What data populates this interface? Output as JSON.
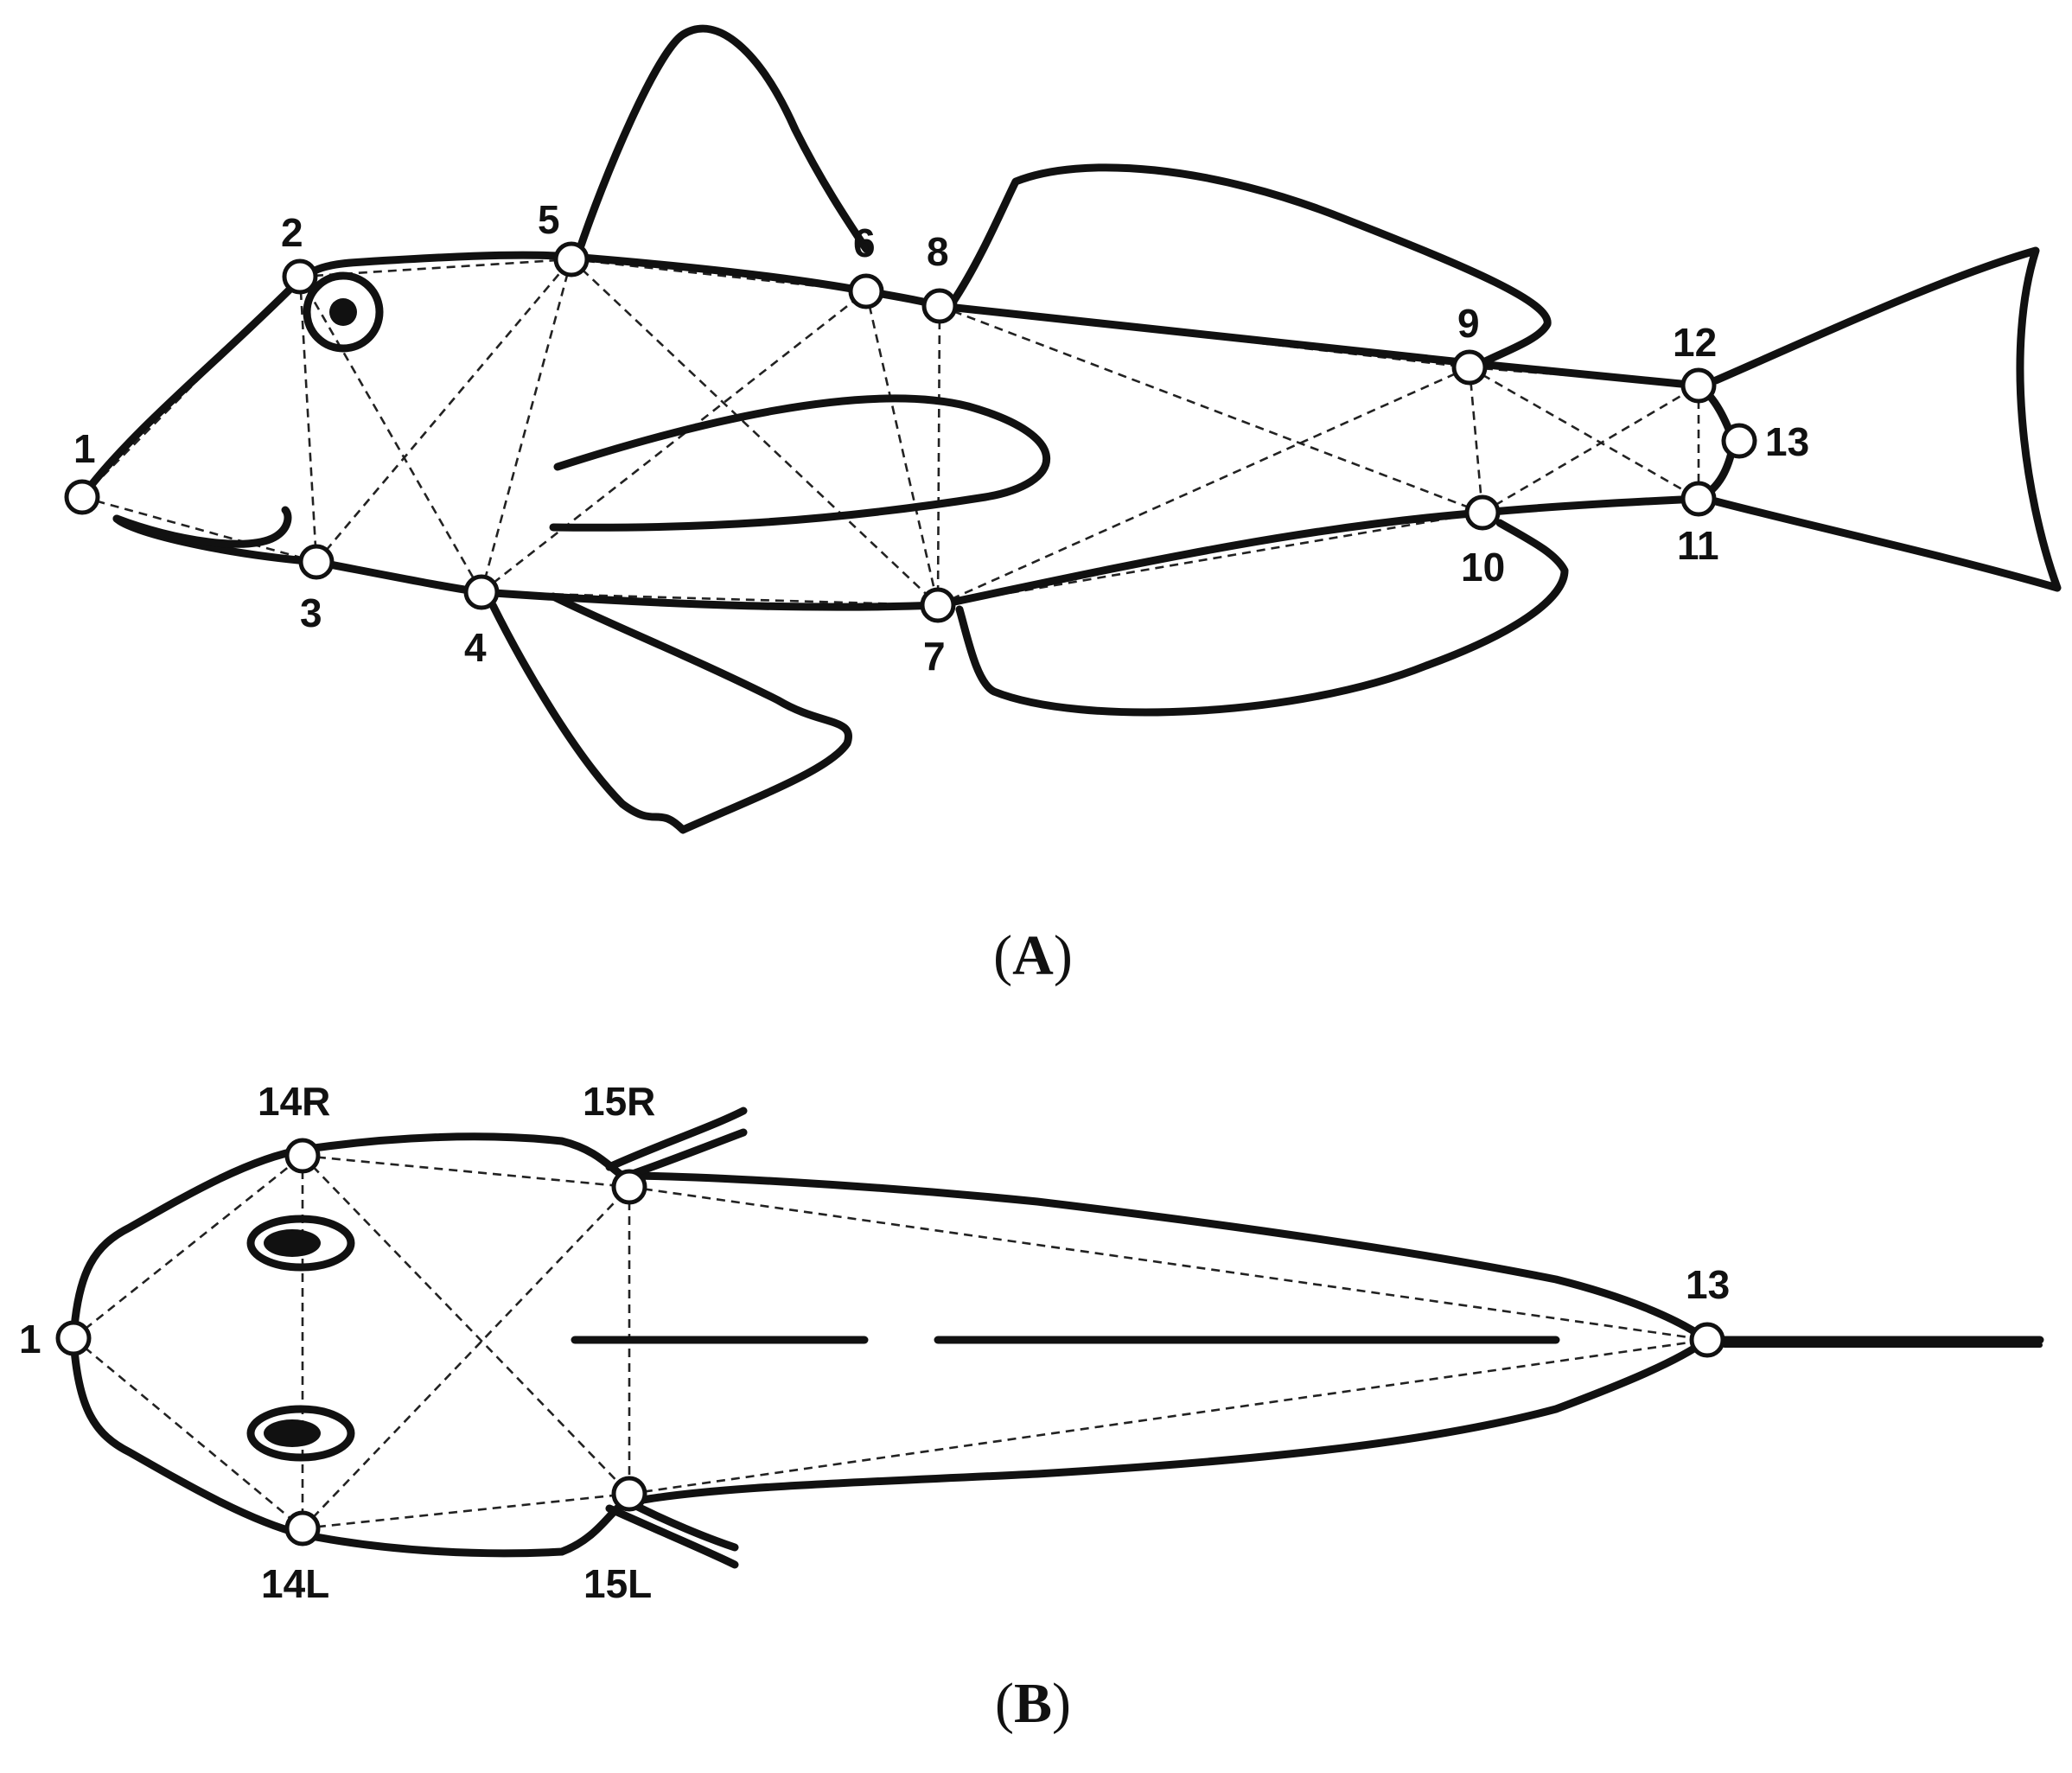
{
  "panel_a": {
    "label_open": "(",
    "label_letter": "A",
    "label_close": ")",
    "landmarks": {
      "lm1": "1",
      "lm2": "2",
      "lm3": "3",
      "lm4": "4",
      "lm5": "5",
      "lm6": "6",
      "lm7": "7",
      "lm8": "8",
      "lm9": "9",
      "lm10": "10",
      "lm11": "11",
      "lm12": "12",
      "lm13": "13"
    }
  },
  "panel_b": {
    "label_open": "(",
    "label_letter": "B",
    "label_close": ")",
    "landmarks": {
      "lm1": "1",
      "lm14R": "14R",
      "lm15R": "15R",
      "lm14L": "14L",
      "lm15L": "15L",
      "lm13": "13"
    }
  },
  "colors": {
    "stroke": "#111111",
    "background": "#ffffff"
  }
}
